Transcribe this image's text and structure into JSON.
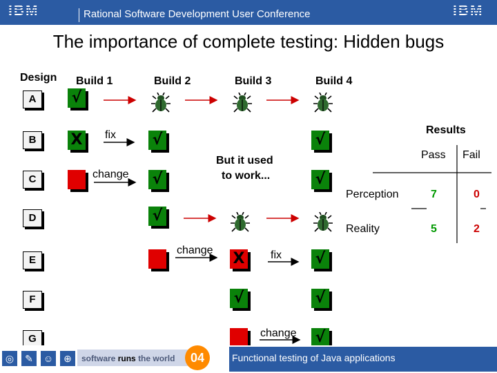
{
  "header": {
    "logo_left": "IBM",
    "logo_right": "IBM",
    "conference": "Rational Software Development User Conference",
    "bg_color": "#2b5ba3"
  },
  "title": "The importance of complete testing:  Hidden bugs",
  "columns": {
    "design": "Design",
    "build1": "Build 1",
    "build2": "Build 2",
    "build3": "Build 3",
    "build4": "Build 4"
  },
  "rows": [
    "A",
    "B",
    "C",
    "D",
    "E",
    "F",
    "G"
  ],
  "marks": {
    "pass": "√",
    "fail": "X"
  },
  "annotations": {
    "fix_b": "fix",
    "change_c": "change",
    "but_it_used": "But it used",
    "to_work": "to work...",
    "change_e": "change",
    "fix_e": "fix",
    "change_g": "change"
  },
  "results": {
    "title": "Results",
    "col_pass": "Pass",
    "col_fail": "Fail",
    "rows": [
      {
        "label": "Perception",
        "pass": "7",
        "fail": "0"
      },
      {
        "label": "Reality",
        "pass": "5",
        "fail": "2"
      }
    ],
    "pass_color": "#009900",
    "fail_color": "#cc0000"
  },
  "footer": {
    "slogan_plain": "software",
    "slogan_bold": "runs",
    "slogan_rest": "the world",
    "badge": "04",
    "course": "Functional testing of Java applications"
  },
  "colors": {
    "pass_box": "#0a820a",
    "fail_box": "#e00000",
    "arrow": "#cc0000"
  }
}
